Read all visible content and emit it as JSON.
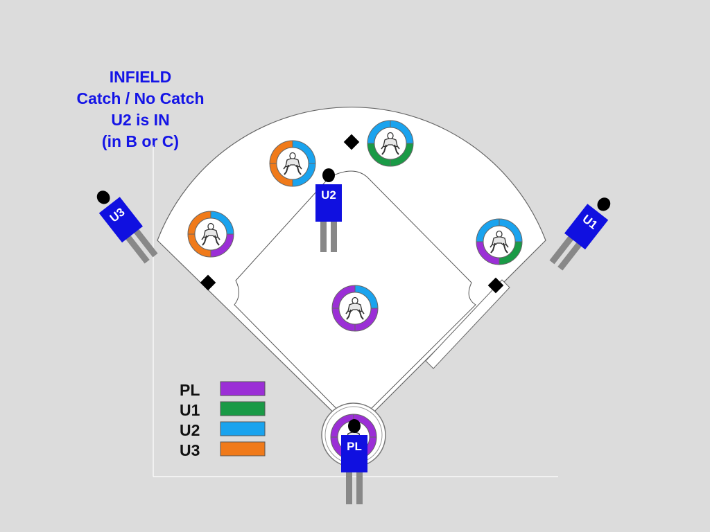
{
  "title": {
    "line1": "INFIELD",
    "line2": "Catch / No Catch",
    "line3": "U2 is IN",
    "line4": "(in B or C)"
  },
  "colors": {
    "PL": "#9b2fd6",
    "U1": "#1a9a46",
    "U2": "#1aa3ee",
    "U3": "#f07a1a",
    "umpire": "#1010e0"
  },
  "legend": [
    {
      "label": "PL",
      "color_key": "PL"
    },
    {
      "label": "U1",
      "color_key": "U1"
    },
    {
      "label": "U2",
      "color_key": "U2"
    },
    {
      "label": "U3",
      "color_key": "U3"
    }
  ],
  "umpires": {
    "u1": "U1",
    "u2": "U2",
    "u3": "U3",
    "pl": "PL"
  },
  "fielders": [
    {
      "name": "first-baseman",
      "segments": [
        "U2",
        "U1",
        "PL",
        "U2"
      ]
    },
    {
      "name": "second-baseman",
      "segments": [
        "U2",
        "U1",
        "U1",
        "U2"
      ]
    },
    {
      "name": "shortstop",
      "segments": [
        "U2",
        "U2",
        "U3",
        "U3"
      ]
    },
    {
      "name": "third-baseman",
      "segments": [
        "U2",
        "PL",
        "U3",
        "U3"
      ]
    },
    {
      "name": "pitcher",
      "segments": [
        "U2",
        "PL",
        "PL",
        "PL"
      ]
    },
    {
      "name": "catcher",
      "segments": [
        "PL",
        "PL",
        "PL",
        "PL"
      ]
    }
  ]
}
